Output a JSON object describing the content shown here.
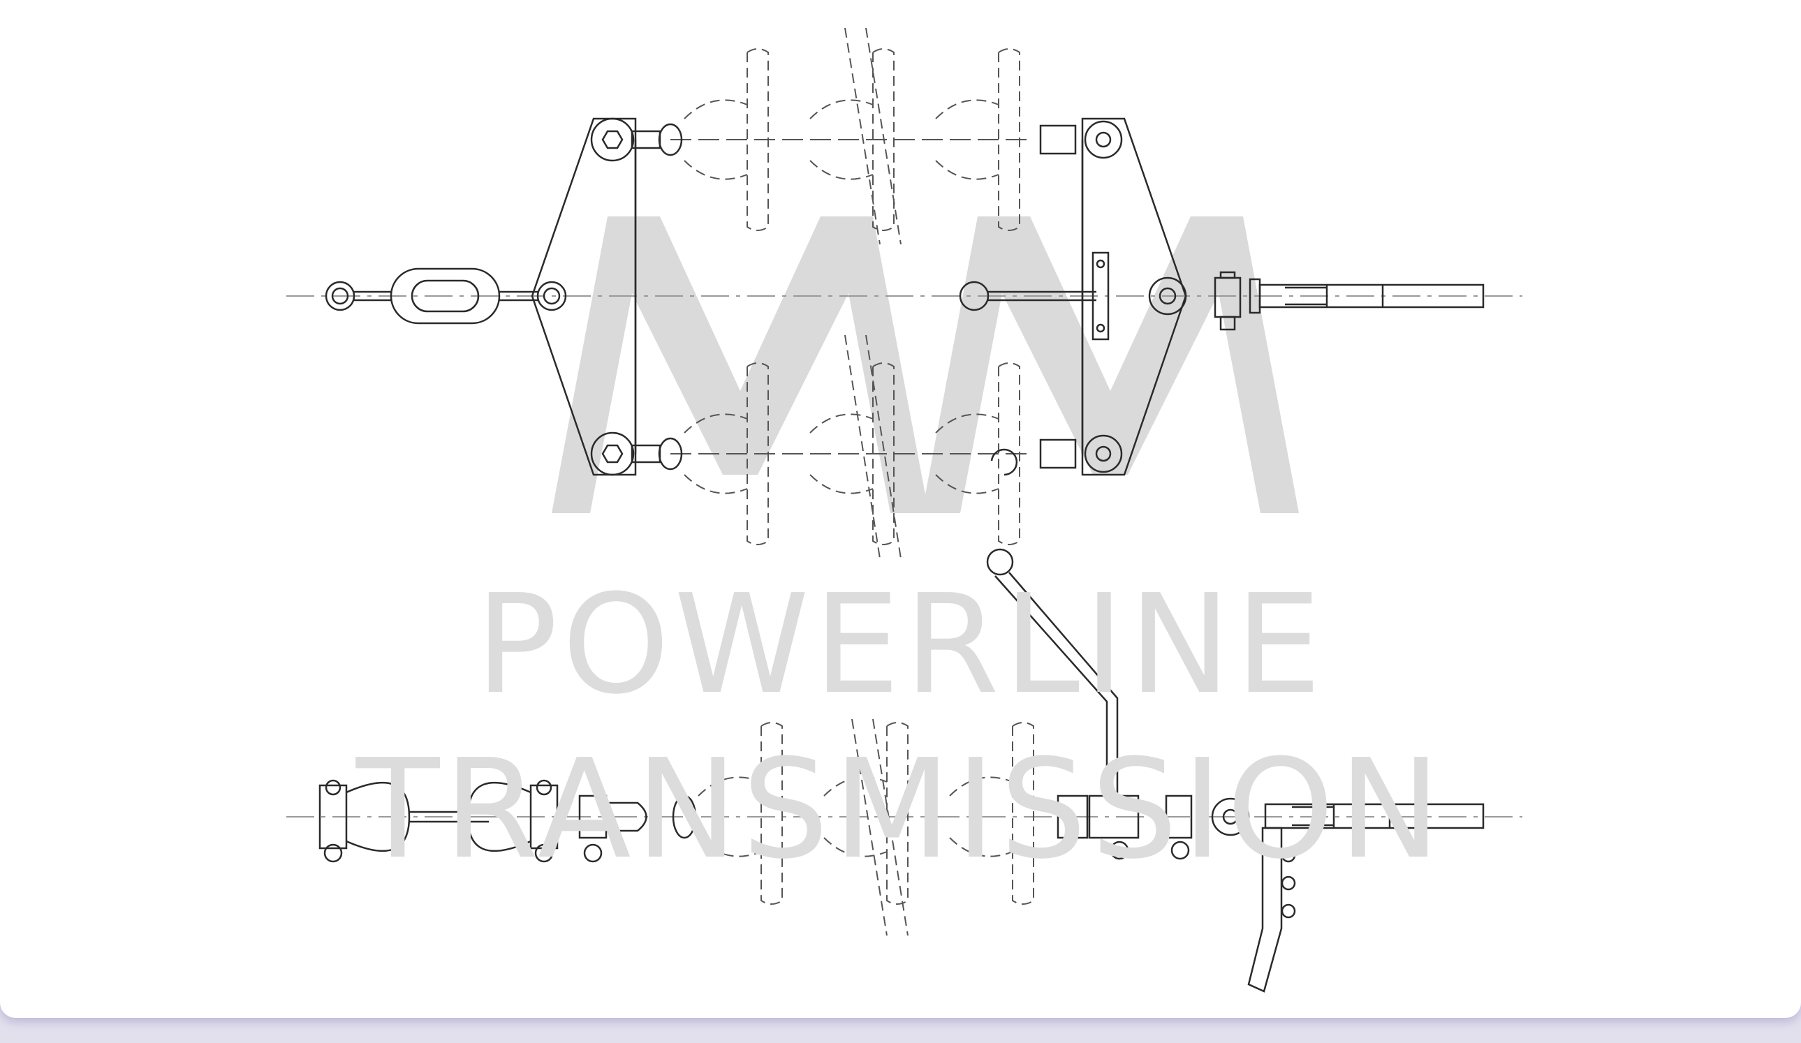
{
  "watermark": {
    "logo_letters": "MM",
    "line1": "POWERLINE",
    "line2": "TRANSMISSION",
    "color": "#d9d9d9"
  },
  "drawing": {
    "stroke_color": "#2a2a2a",
    "centerline_color": "#9a9a9a",
    "views": [
      "double-string-plan-view",
      "single-string-side-view"
    ]
  },
  "colors": {
    "background": "#ffffff",
    "page_shadow": "#e3e0ee"
  }
}
